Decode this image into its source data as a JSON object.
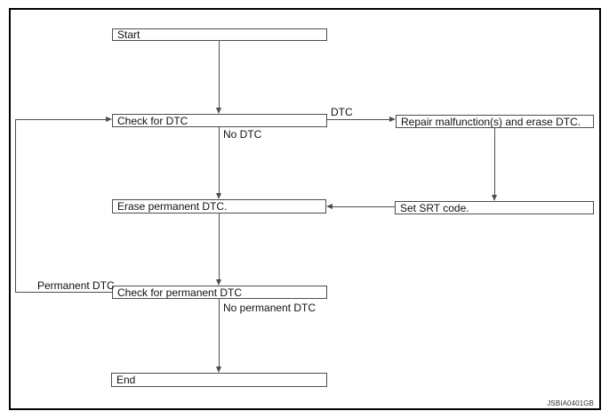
{
  "diagram": {
    "nodes": {
      "start": "Start",
      "check_dtc": "Check for DTC",
      "repair": "Repair malfunction(s) and erase DTC.",
      "erase_permanent": "Erase permanent DTC.",
      "set_srt": "Set SRT code.",
      "check_permanent": "Check for permanent DTC",
      "end": "End"
    },
    "edge_labels": {
      "dtc": "DTC",
      "no_dtc": "No DTC",
      "permanent_dtc": "Permanent DTC",
      "no_permanent_dtc": "No permanent DTC"
    },
    "figure_id": "JSBIA0401GB",
    "colors": {
      "background": "#ffffff",
      "frame": "#000000",
      "line": "#4d4d4d",
      "text": "#111111"
    }
  }
}
